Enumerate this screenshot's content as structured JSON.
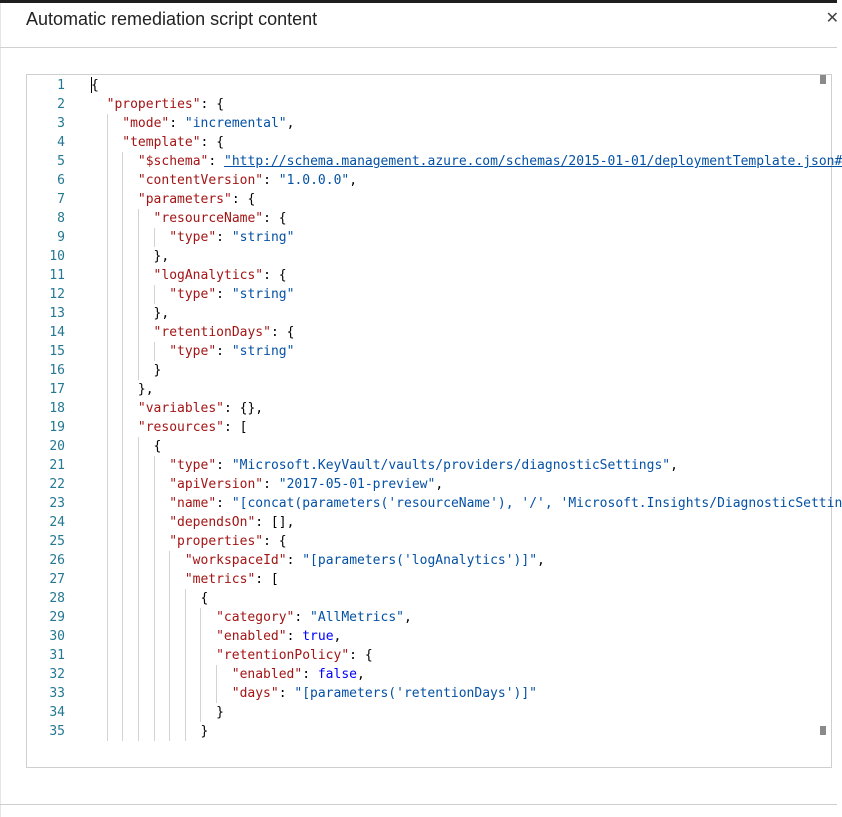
{
  "panel": {
    "title": "Automatic remediation script content",
    "close_icon": "close-icon"
  },
  "editor": {
    "lines": [
      {
        "n": "1",
        "indent": 0,
        "tokens": [
          [
            "p",
            "{"
          ]
        ]
      },
      {
        "n": "2",
        "indent": 1,
        "tokens": [
          [
            "k",
            "\"properties\""
          ],
          [
            "p",
            ": {"
          ]
        ]
      },
      {
        "n": "3",
        "indent": 2,
        "tokens": [
          [
            "k",
            "\"mode\""
          ],
          [
            "p",
            ": "
          ],
          [
            "s",
            "\"incremental\""
          ],
          [
            "p",
            ","
          ]
        ]
      },
      {
        "n": "4",
        "indent": 2,
        "tokens": [
          [
            "k",
            "\"template\""
          ],
          [
            "p",
            ": {"
          ]
        ]
      },
      {
        "n": "5",
        "indent": 3,
        "tokens": [
          [
            "k",
            "\"$schema\""
          ],
          [
            "p",
            ": "
          ],
          [
            "u",
            "\"http://schema.management.azure.com/schemas/2015-01-01/deploymentTemplate.json#"
          ]
        ]
      },
      {
        "n": "6",
        "indent": 3,
        "tokens": [
          [
            "k",
            "\"contentVersion\""
          ],
          [
            "p",
            ": "
          ],
          [
            "s",
            "\"1.0.0.0\""
          ],
          [
            "p",
            ","
          ]
        ]
      },
      {
        "n": "7",
        "indent": 3,
        "tokens": [
          [
            "k",
            "\"parameters\""
          ],
          [
            "p",
            ": {"
          ]
        ]
      },
      {
        "n": "8",
        "indent": 4,
        "tokens": [
          [
            "k",
            "\"resourceName\""
          ],
          [
            "p",
            ": {"
          ]
        ]
      },
      {
        "n": "9",
        "indent": 5,
        "tokens": [
          [
            "k",
            "\"type\""
          ],
          [
            "p",
            ": "
          ],
          [
            "s",
            "\"string\""
          ]
        ]
      },
      {
        "n": "10",
        "indent": 4,
        "tokens": [
          [
            "p",
            "},"
          ]
        ]
      },
      {
        "n": "11",
        "indent": 4,
        "tokens": [
          [
            "k",
            "\"logAnalytics\""
          ],
          [
            "p",
            ": {"
          ]
        ]
      },
      {
        "n": "12",
        "indent": 5,
        "tokens": [
          [
            "k",
            "\"type\""
          ],
          [
            "p",
            ": "
          ],
          [
            "s",
            "\"string\""
          ]
        ]
      },
      {
        "n": "13",
        "indent": 4,
        "tokens": [
          [
            "p",
            "},"
          ]
        ]
      },
      {
        "n": "14",
        "indent": 4,
        "tokens": [
          [
            "k",
            "\"retentionDays\""
          ],
          [
            "p",
            ": {"
          ]
        ]
      },
      {
        "n": "15",
        "indent": 5,
        "tokens": [
          [
            "k",
            "\"type\""
          ],
          [
            "p",
            ": "
          ],
          [
            "s",
            "\"string\""
          ]
        ]
      },
      {
        "n": "16",
        "indent": 4,
        "tokens": [
          [
            "p",
            "}"
          ]
        ]
      },
      {
        "n": "17",
        "indent": 3,
        "tokens": [
          [
            "p",
            "},"
          ]
        ]
      },
      {
        "n": "18",
        "indent": 3,
        "tokens": [
          [
            "k",
            "\"variables\""
          ],
          [
            "p",
            ": {},"
          ]
        ]
      },
      {
        "n": "19",
        "indent": 3,
        "tokens": [
          [
            "k",
            "\"resources\""
          ],
          [
            "p",
            ": ["
          ]
        ]
      },
      {
        "n": "20",
        "indent": 4,
        "tokens": [
          [
            "p",
            "{"
          ]
        ]
      },
      {
        "n": "21",
        "indent": 5,
        "tokens": [
          [
            "k",
            "\"type\""
          ],
          [
            "p",
            ": "
          ],
          [
            "s",
            "\"Microsoft.KeyVault/vaults/providers/diagnosticSettings\""
          ],
          [
            "p",
            ","
          ]
        ]
      },
      {
        "n": "22",
        "indent": 5,
        "tokens": [
          [
            "k",
            "\"apiVersion\""
          ],
          [
            "p",
            ": "
          ],
          [
            "s",
            "\"2017-05-01-preview\""
          ],
          [
            "p",
            ","
          ]
        ]
      },
      {
        "n": "23",
        "indent": 5,
        "tokens": [
          [
            "k",
            "\"name\""
          ],
          [
            "p",
            ": "
          ],
          [
            "s",
            "\"[concat(parameters('resourceName'), '/', 'Microsoft.Insights/DiagnosticSettin"
          ]
        ]
      },
      {
        "n": "24",
        "indent": 5,
        "tokens": [
          [
            "k",
            "\"dependsOn\""
          ],
          [
            "p",
            ": [],"
          ]
        ]
      },
      {
        "n": "25",
        "indent": 5,
        "tokens": [
          [
            "k",
            "\"properties\""
          ],
          [
            "p",
            ": {"
          ]
        ]
      },
      {
        "n": "26",
        "indent": 6,
        "tokens": [
          [
            "k",
            "\"workspaceId\""
          ],
          [
            "p",
            ": "
          ],
          [
            "s",
            "\"[parameters('logAnalytics')]\""
          ],
          [
            "p",
            ","
          ]
        ]
      },
      {
        "n": "27",
        "indent": 6,
        "tokens": [
          [
            "k",
            "\"metrics\""
          ],
          [
            "p",
            ": ["
          ]
        ]
      },
      {
        "n": "28",
        "indent": 7,
        "tokens": [
          [
            "p",
            "{"
          ]
        ]
      },
      {
        "n": "29",
        "indent": 8,
        "tokens": [
          [
            "k",
            "\"category\""
          ],
          [
            "p",
            ": "
          ],
          [
            "s",
            "\"AllMetrics\""
          ],
          [
            "p",
            ","
          ]
        ]
      },
      {
        "n": "30",
        "indent": 8,
        "tokens": [
          [
            "k",
            "\"enabled\""
          ],
          [
            "p",
            ": "
          ],
          [
            "kw",
            "true"
          ],
          [
            "p",
            ","
          ]
        ]
      },
      {
        "n": "31",
        "indent": 8,
        "tokens": [
          [
            "k",
            "\"retentionPolicy\""
          ],
          [
            "p",
            ": {"
          ]
        ]
      },
      {
        "n": "32",
        "indent": 9,
        "tokens": [
          [
            "k",
            "\"enabled\""
          ],
          [
            "p",
            ": "
          ],
          [
            "kw",
            "false"
          ],
          [
            "p",
            ","
          ]
        ]
      },
      {
        "n": "33",
        "indent": 9,
        "tokens": [
          [
            "k",
            "\"days\""
          ],
          [
            "p",
            ": "
          ],
          [
            "s",
            "\"[parameters('retentionDays')]\""
          ]
        ]
      },
      {
        "n": "34",
        "indent": 8,
        "tokens": [
          [
            "p",
            "}"
          ]
        ]
      },
      {
        "n": "35",
        "indent": 7,
        "tokens": [
          [
            "p",
            "}"
          ]
        ]
      }
    ]
  },
  "colors": {
    "key": "#a31515",
    "string": "#0451a5",
    "line_number": "#237893",
    "keyword": "#0000ff"
  }
}
